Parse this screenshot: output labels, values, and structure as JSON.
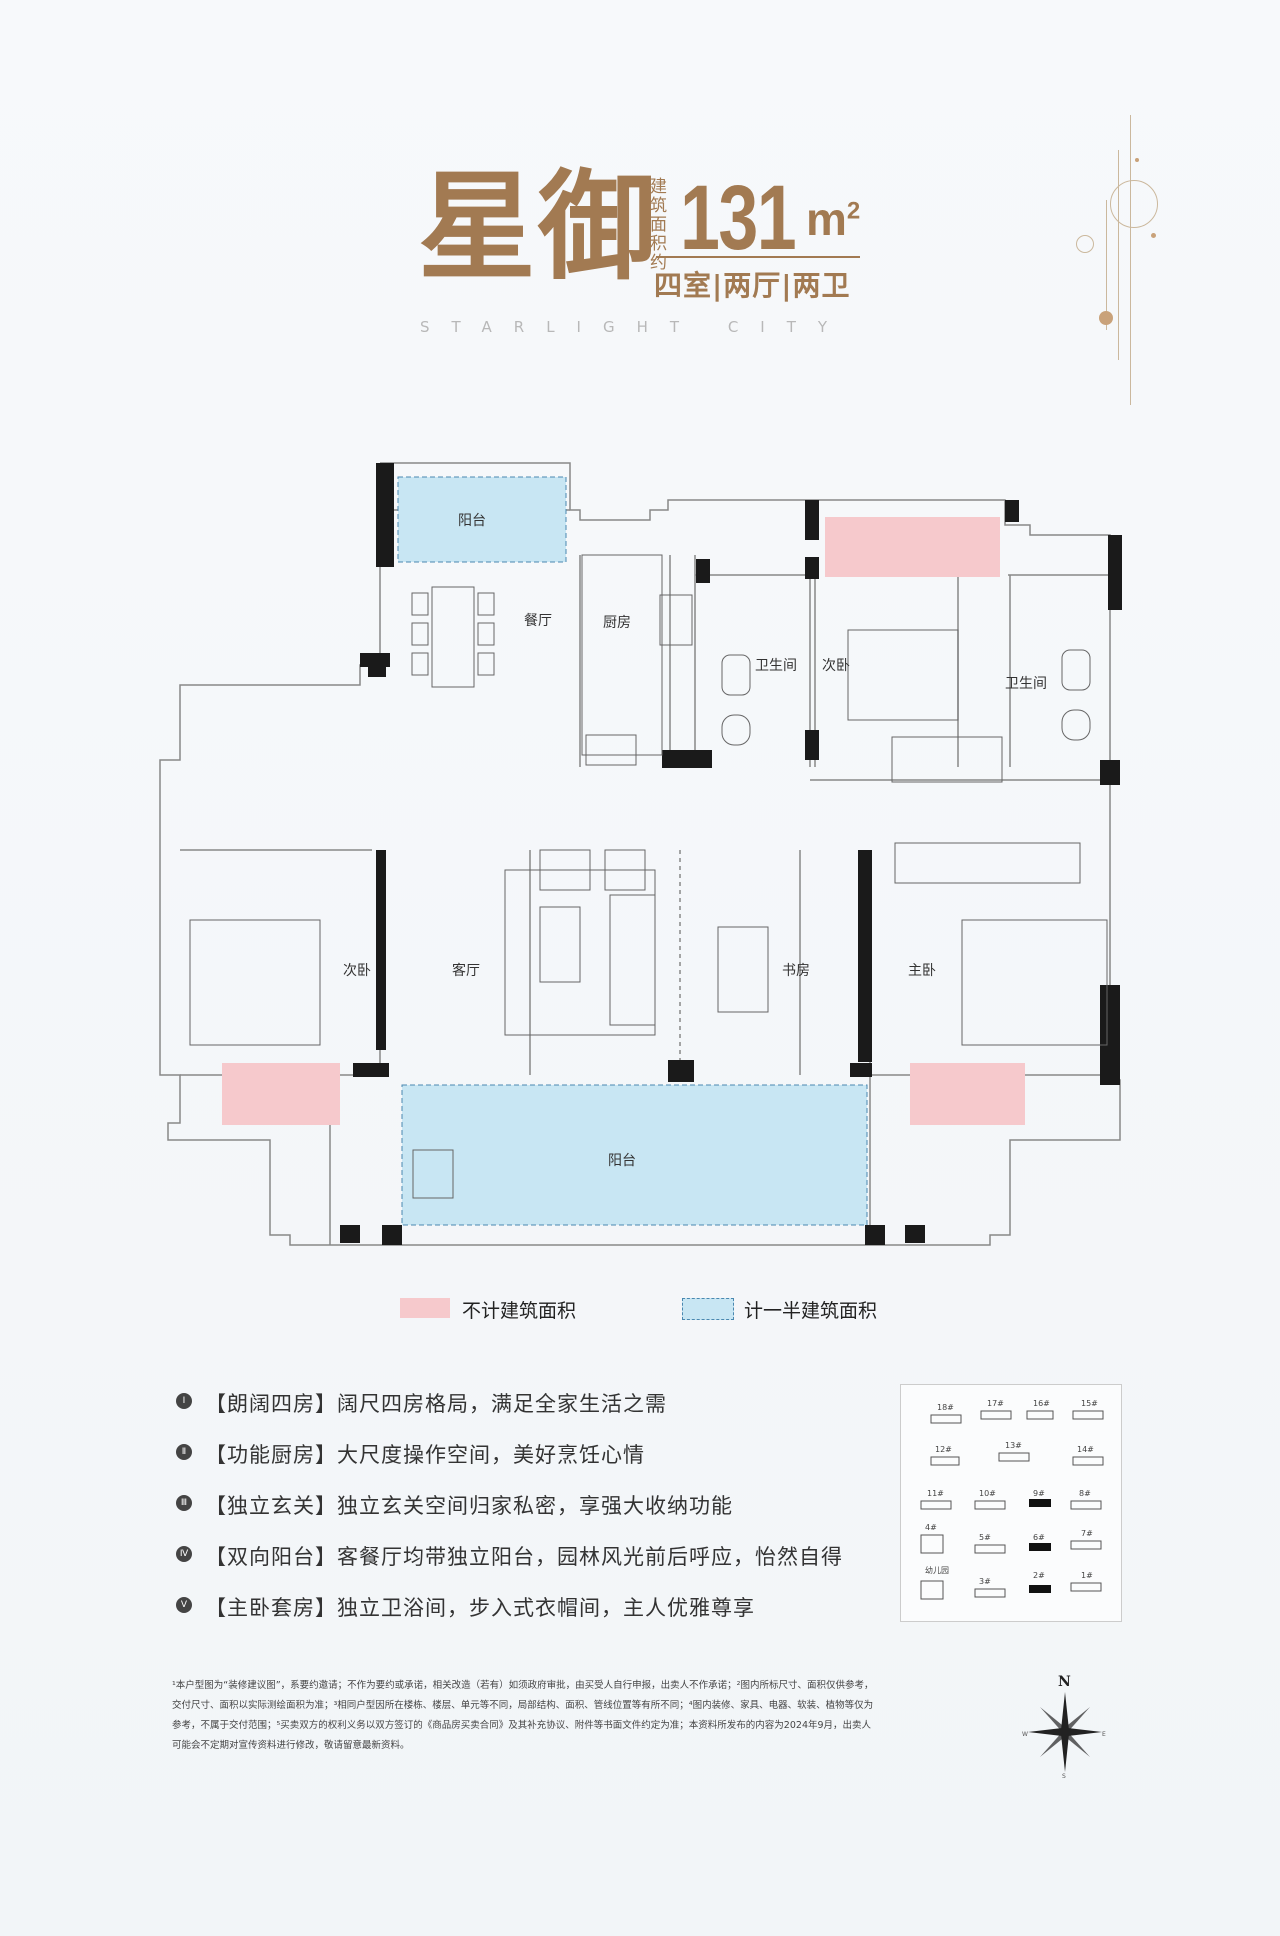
{
  "header": {
    "name": "星御",
    "area_label": "建筑面积约",
    "area_value": "131",
    "area_unit": "m",
    "area_sup": "2",
    "layout": "四室|两厅|两卫",
    "english": "STARLIGHT CITY"
  },
  "rooms": {
    "balcony_top": "阳台",
    "dining": "餐厅",
    "kitchen": "厨房",
    "bath1": "卫生间",
    "second_bedroom_top": "次卧",
    "bath2": "卫生间",
    "second_bedroom_left": "次卧",
    "living": "客厅",
    "study": "书房",
    "master": "主卧",
    "balcony_bottom": "阳台"
  },
  "legend": {
    "pink": {
      "label": "不计建筑面积",
      "color": "#f6c9cc"
    },
    "blue": {
      "label": "计一半建筑面积",
      "color": "#c8e6f3"
    }
  },
  "features": [
    {
      "num": "Ⅰ",
      "text": "【朗阔四房】阔尺四房格局，满足全家生活之需"
    },
    {
      "num": "Ⅱ",
      "text": "【功能厨房】大尺度操作空间，美好烹饪心情"
    },
    {
      "num": "Ⅲ",
      "text": "【独立玄关】独立玄关空间归家私密，享强大收纳功能"
    },
    {
      "num": "Ⅳ",
      "text": "【双向阳台】客餐厅均带独立阳台，园林风光前后呼应，怡然自得"
    },
    {
      "num": "Ⅴ",
      "text": "【主卧套房】独立卫浴间，步入式衣帽间，主人优雅尊享"
    }
  ],
  "site_buildings": [
    "18#",
    "17#",
    "16#",
    "15#",
    "12#",
    "13#",
    "14#",
    "11#",
    "10#",
    "9#",
    "8#",
    "4#",
    "5#",
    "6#",
    "7#",
    "幼儿园",
    "3#",
    "2#",
    "1#"
  ],
  "disclaimer": "¹本户型图为“装修建议图”，系要约邀请；不作为要约或承诺，相关改造（若有）如须政府审批，由买受人自行申报，出卖人不作承诺；²图内所标尺寸、面积仅供参考，交付尺寸、面积以实际测绘面积为准；³相同户型因所在楼栋、楼层、单元等不同，局部结构、面积、管线位置等有所不同；⁴图内装修、家具、电器、软装、植物等仅为参考，不属于交付范围；⁵买卖双方的权利义务以双方签订的《商品房买卖合同》及其补充协议、附件等书面文件约定为准；本资料所发布的内容为2024年9月，出卖人可能会不定期对宣传资料进行修改，敬请留意最新资料。",
  "compass": {
    "n": "N",
    "s": "S",
    "e": "E",
    "w": "W"
  },
  "colors": {
    "accent": "#a27a52",
    "pink": "#f6c9cc",
    "blue": "#c8e6f3",
    "wall": "#1a1a1a"
  }
}
